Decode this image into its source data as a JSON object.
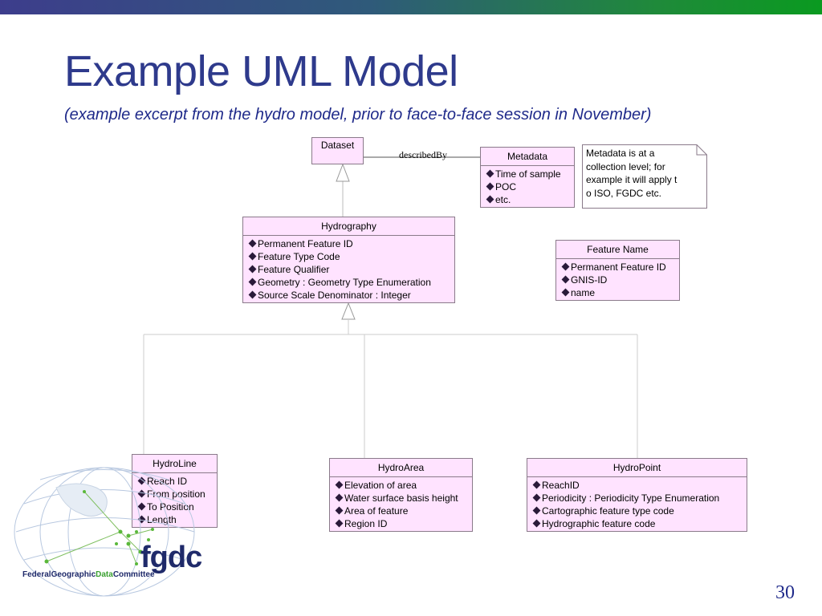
{
  "slide": {
    "title": "Example UML Model",
    "subtitle": "(example excerpt from the hydro model, prior to face-to-face session in November)",
    "page_number": "30"
  },
  "diagram": {
    "association_label": "describedBy",
    "dataset": {
      "name": "Dataset"
    },
    "metadata": {
      "name": "Metadata",
      "attributes": [
        "Time of sample",
        "POC",
        "etc."
      ]
    },
    "note": {
      "lines": [
        "Metadata is at a",
        "collection level; for",
        "example it will apply t",
        "o ISO, FGDC etc."
      ]
    },
    "hydrography": {
      "name": "Hydrography",
      "attributes": [
        "Permanent Feature ID",
        "Feature Type Code",
        "Feature Qualifier",
        "Geometry : Geometry Type Enumeration",
        "Source Scale Denominator : Integer"
      ]
    },
    "feature_name": {
      "name": "Feature Name",
      "attributes": [
        "Permanent Feature ID",
        "GNIS-ID",
        "name"
      ]
    },
    "hydroline": {
      "name": "HydroLine",
      "attributes": [
        "Reach ID",
        "From position",
        "To Position",
        "Length"
      ]
    },
    "hydroarea": {
      "name": "HydroArea",
      "attributes": [
        "Elevation of area",
        "Water surface basis height",
        "Area of feature",
        "Region ID"
      ]
    },
    "hydropoint": {
      "name": "HydroPoint",
      "attributes": [
        "ReachID",
        "Periodicity : Periodicity Type Enumeration",
        "Cartographic feature type code",
        "Hydrographic feature code"
      ]
    }
  },
  "logo": {
    "org_part1": "FederalGeographic",
    "org_part2": "Data",
    "org_part3": "Committee",
    "mark": "fgdc"
  },
  "colors": {
    "title": "#2e3a8c",
    "class_fill": "#ffe3ff",
    "class_border": "#8a7a8a",
    "logo_blue": "#1f2a6a",
    "logo_green": "#3aa030"
  }
}
